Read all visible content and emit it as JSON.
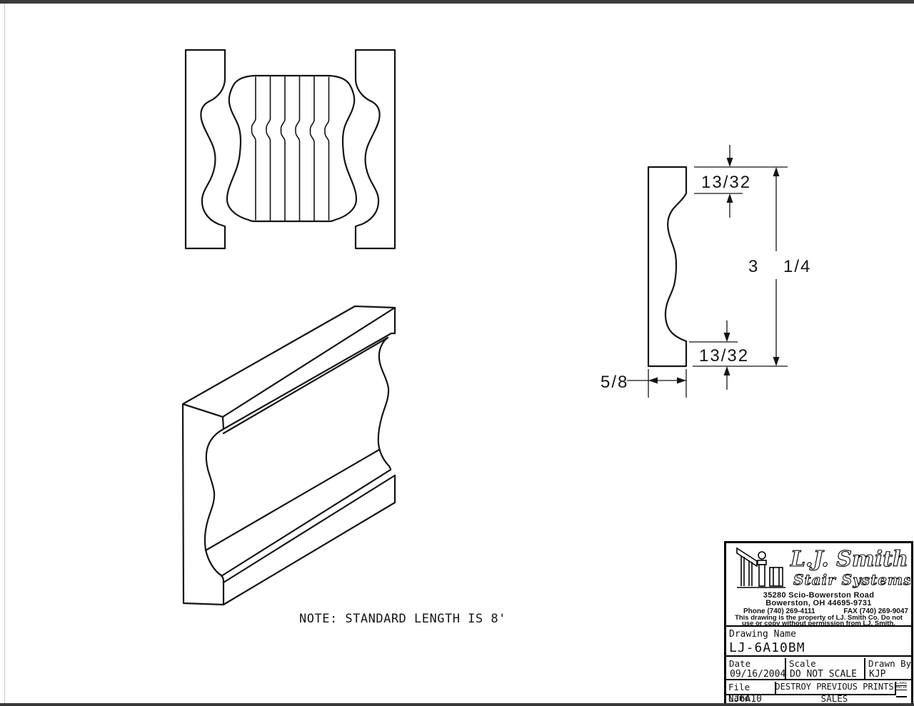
{
  "note": "NOTE: STANDARD LENGTH IS 8'",
  "profile_dims": {
    "top": "13/32",
    "bottom": "13/32",
    "height_left": "3",
    "height_right": "1/4",
    "width": "5/8"
  },
  "title_block": {
    "brand_line1": "L.J. Smith",
    "brand_line2": "Stair Systems",
    "address1": "35280 Scio-Bowerston Road",
    "address2": "Bowerston, OH 44695-9731",
    "phone": "Phone (740) 269-4111",
    "fax": "FAX (740) 269-9047",
    "disclaimer1": "This drawing is the property of LJ. Smith Co. Do not",
    "disclaimer2": "use or copy without permission from LJ. Smith.",
    "drawing_name_label": "Drawing Name",
    "drawing_name": "LJ-6A10BM",
    "date_label": "Date",
    "date": "09/16/2004",
    "scale_label": "Scale",
    "scale": "DO NOT SCALE",
    "drawn_by_label": "Drawn By",
    "drawn_by": "KJP",
    "file_name_label": "File Name",
    "file_name": "LJ6A10",
    "destroy_notice": "DESTROY PREVIOUS PRINTS",
    "department": "SALES",
    "stamp_line1": "LJ6A10BM",
    "stamp_line2": "09/16/04"
  }
}
